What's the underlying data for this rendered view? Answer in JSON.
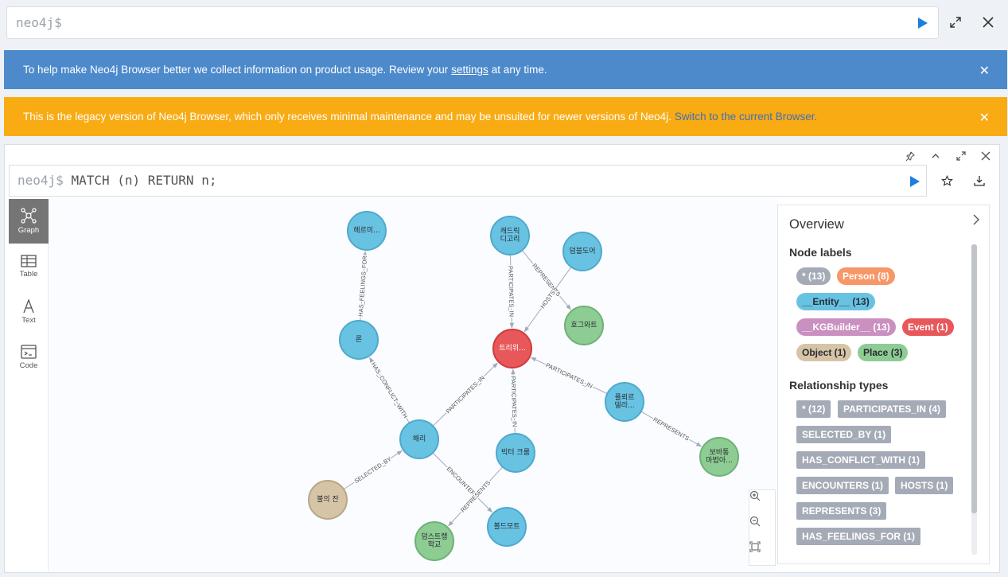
{
  "top_editor": {
    "prompt": "neo4j$"
  },
  "banners": {
    "usage": {
      "text_before": "To help make Neo4j Browser better we collect information on product usage. Review your",
      "link": "settings",
      "text_after": "at any time.",
      "color": "#4d8acb"
    },
    "legacy": {
      "text": "This is the legacy version of Neo4j Browser, which only receives minimal maintenance and may be unsuited for newer versions of Neo4j.",
      "link": "Switch to the current Browser.",
      "color": "#f9ab13"
    }
  },
  "frame": {
    "prompt": "neo4j$",
    "query": "MATCH (n) RETURN n;",
    "tabs": [
      {
        "label": "Graph",
        "icon": "graph-icon",
        "active": true
      },
      {
        "label": "Table",
        "icon": "table-icon",
        "active": false
      },
      {
        "label": "Text",
        "icon": "text-icon",
        "active": false
      },
      {
        "label": "Code",
        "icon": "code-icon",
        "active": false
      }
    ]
  },
  "graph": {
    "nodes": [
      {
        "id": "n1",
        "label": "헤르미...",
        "type": "Entity",
        "color": "#68c3e3",
        "border": "#4fa9cc"
      },
      {
        "id": "n2",
        "label": "론",
        "type": "Entity",
        "color": "#68c3e3",
        "border": "#4fa9cc"
      },
      {
        "id": "n3",
        "label": "캐드릭\n디고리",
        "type": "Entity",
        "color": "#68c3e3",
        "border": "#4fa9cc"
      },
      {
        "id": "n4",
        "label": "덤블도어",
        "type": "Entity",
        "color": "#68c3e3",
        "border": "#4fa9cc"
      },
      {
        "id": "n5",
        "label": "호그와트",
        "type": "Place",
        "color": "#8dcc93",
        "border": "#6eb275"
      },
      {
        "id": "n6",
        "label": "트리위...",
        "type": "Event",
        "color": "#e8585b",
        "border": "#cf3a3e"
      },
      {
        "id": "n7",
        "label": "플뢰르\n델라...",
        "type": "Entity",
        "color": "#68c3e3",
        "border": "#4fa9cc"
      },
      {
        "id": "n8",
        "label": "보바통\n마법아...",
        "type": "Place",
        "color": "#8dcc93",
        "border": "#6eb275"
      },
      {
        "id": "n9",
        "label": "해리",
        "type": "Entity",
        "color": "#68c3e3",
        "border": "#4fa9cc"
      },
      {
        "id": "n10",
        "label": "빅터 크룸",
        "type": "Entity",
        "color": "#68c3e3",
        "border": "#4fa9cc"
      },
      {
        "id": "n11",
        "label": "불의 잔",
        "type": "Object",
        "color": "#d6c4a6",
        "border": "#b9a684"
      },
      {
        "id": "n12",
        "label": "볼드모트",
        "type": "Entity",
        "color": "#68c3e3",
        "border": "#4fa9cc"
      },
      {
        "id": "n13",
        "label": "덤스트랭\n학교",
        "type": "Place",
        "color": "#8dcc93",
        "border": "#6eb275"
      }
    ],
    "relationships": [
      {
        "from": "n2",
        "to": "n1",
        "type": "HAS_FEELINGS_FOR"
      },
      {
        "from": "n3",
        "to": "n6",
        "type": "PARTICIPATES_IN"
      },
      {
        "from": "n3",
        "to": "n5",
        "type": "REPRESENTS"
      },
      {
        "from": "n4",
        "to": "n6",
        "type": "HOSTS"
      },
      {
        "from": "n9",
        "to": "n2",
        "type": "HAS_CONFLICT_WITH"
      },
      {
        "from": "n9",
        "to": "n6",
        "type": "PARTICIPATES_IN"
      },
      {
        "from": "n10",
        "to": "n6",
        "type": "PARTICIPATES_IN"
      },
      {
        "from": "n7",
        "to": "n6",
        "type": "PARTICIPATES_IN"
      },
      {
        "from": "n7",
        "to": "n8",
        "type": "REPRESENTS"
      },
      {
        "from": "n11",
        "to": "n9",
        "type": "SELECTED_BY"
      },
      {
        "from": "n9",
        "to": "n12",
        "type": "ENCOUNTERS"
      },
      {
        "from": "n10",
        "to": "n13",
        "type": "REPRESENTS"
      }
    ]
  },
  "overview": {
    "title": "Overview",
    "node_labels_title": "Node labels",
    "node_labels": [
      {
        "label": "* (13)",
        "bg": "#a5abb6",
        "fg": "#ffffff"
      },
      {
        "label": "Person (8)",
        "bg": "#f79767",
        "fg": "#ffffff"
      },
      {
        "label": "__Entity__ (13)",
        "bg": "#68c3e3",
        "fg": "#2a2c34"
      },
      {
        "label": "__KGBuilder__ (13)",
        "bg": "#c990c0",
        "fg": "#ffffff"
      },
      {
        "label": "Event (1)",
        "bg": "#e8585b",
        "fg": "#ffffff"
      },
      {
        "label": "Object (1)",
        "bg": "#d6c4a6",
        "fg": "#2a2c34"
      },
      {
        "label": "Place (3)",
        "bg": "#8dcc93",
        "fg": "#2a2c34"
      }
    ],
    "rel_types_title": "Relationship types",
    "rel_types": [
      "* (12)",
      "PARTICIPATES_IN (4)",
      "SELECTED_BY (1)",
      "HAS_CONFLICT_WITH (1)",
      "ENCOUNTERS (1)",
      "HOSTS (1)",
      "REPRESENTS (3)",
      "HAS_FEELINGS_FOR (1)"
    ]
  }
}
